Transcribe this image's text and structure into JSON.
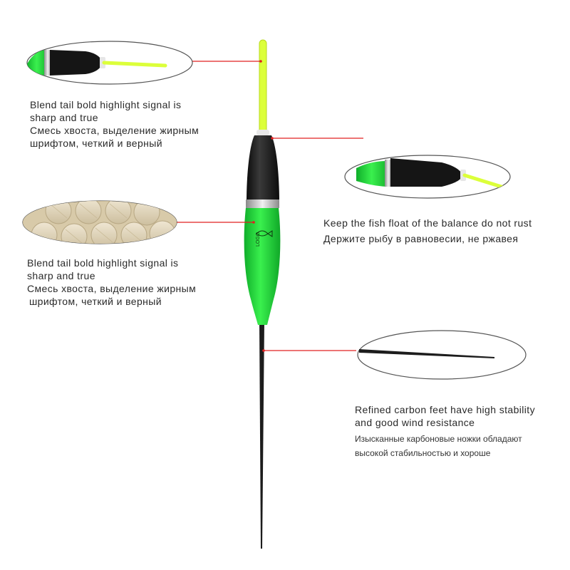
{
  "callouts": {
    "tip": {
      "en_line1": "Blend tail bold highlight signal is",
      "en_line2": "sharp and true",
      "ru_line1": "Смесь хвоста, выделение жирным",
      "ru_line2": "шрифтом, четкий и верный"
    },
    "balance": {
      "en": "Keep the fish float of the balance do not rust",
      "ru": "Держите рыбу в равновесии, не ржавея"
    },
    "body": {
      "en_line1": "Blend tail bold highlight signal is",
      "en_line2": "sharp and true",
      "ru_line1": "Смесь хвоста, выделение жирным",
      "ru_line2": "шрифтом, четкий и верный"
    },
    "foot": {
      "en_line1": "Refined carbon feet have high stability",
      "en_line2": "and good wind resistance",
      "ru_line1": "Изысканные карбоновые ножки обладают",
      "ru_line2": "высокой стабильностью и хороше"
    }
  },
  "colors": {
    "float_green": "#22d43a",
    "tip_yellow": "#dcff3a",
    "cap_black": "#1a1a1a",
    "band_silver": "#c8c8c8",
    "leader_red": "#e02020",
    "bubble_outline": "#555555",
    "wood": "#e2d6bd"
  },
  "logo_text": "LOGO"
}
